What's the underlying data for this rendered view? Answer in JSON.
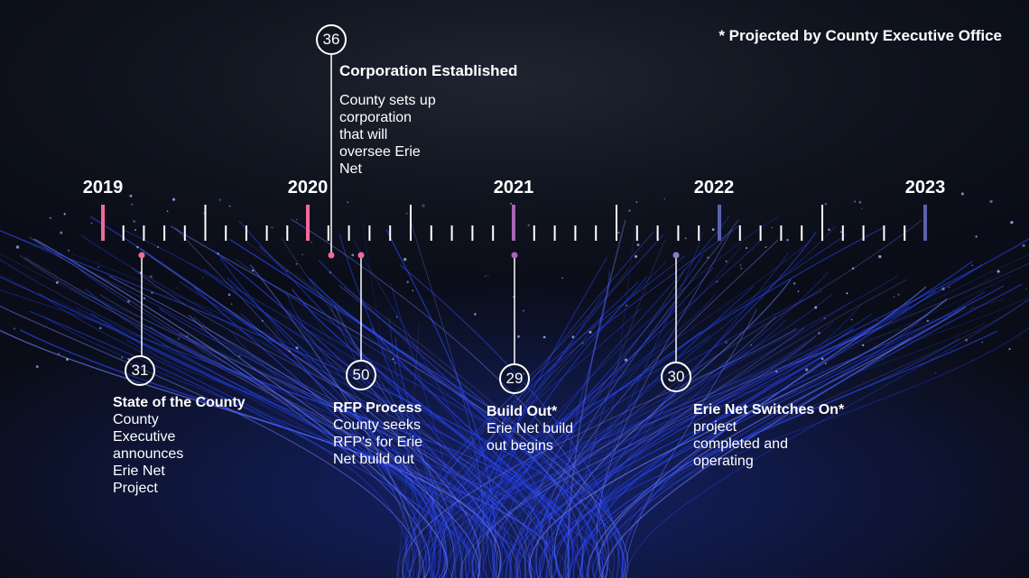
{
  "note": "* Projected by County Executive Office",
  "years": [
    "2019",
    "2020",
    "2021",
    "2022",
    "2023"
  ],
  "colors": {
    "pink": "#f06a9a",
    "purple": "#a864b8",
    "slate": "#5a62b0",
    "white": "#ffffff",
    "fiber": "#2a47ff"
  },
  "events": {
    "corp": {
      "num": "36",
      "title": "Corporation Established",
      "desc": [
        "County sets up",
        "corporation",
        "that will",
        "oversee Erie",
        "Net"
      ]
    },
    "state": {
      "num": "31",
      "title": "State of the County",
      "desc": [
        "County",
        "Executive",
        "announces",
        "Erie Net",
        "Project"
      ]
    },
    "rfp": {
      "num": "50",
      "title": "RFP Process",
      "desc": [
        "County seeks",
        "RFP's for Erie",
        "Net build out"
      ]
    },
    "build": {
      "num": "29",
      "title": "Build Out*",
      "desc": [
        "Erie Net build",
        "out begins"
      ]
    },
    "switch": {
      "num": "30",
      "title": "Erie Net Switches On*",
      "desc": [
        "project",
        "completed and",
        "operating"
      ]
    }
  }
}
